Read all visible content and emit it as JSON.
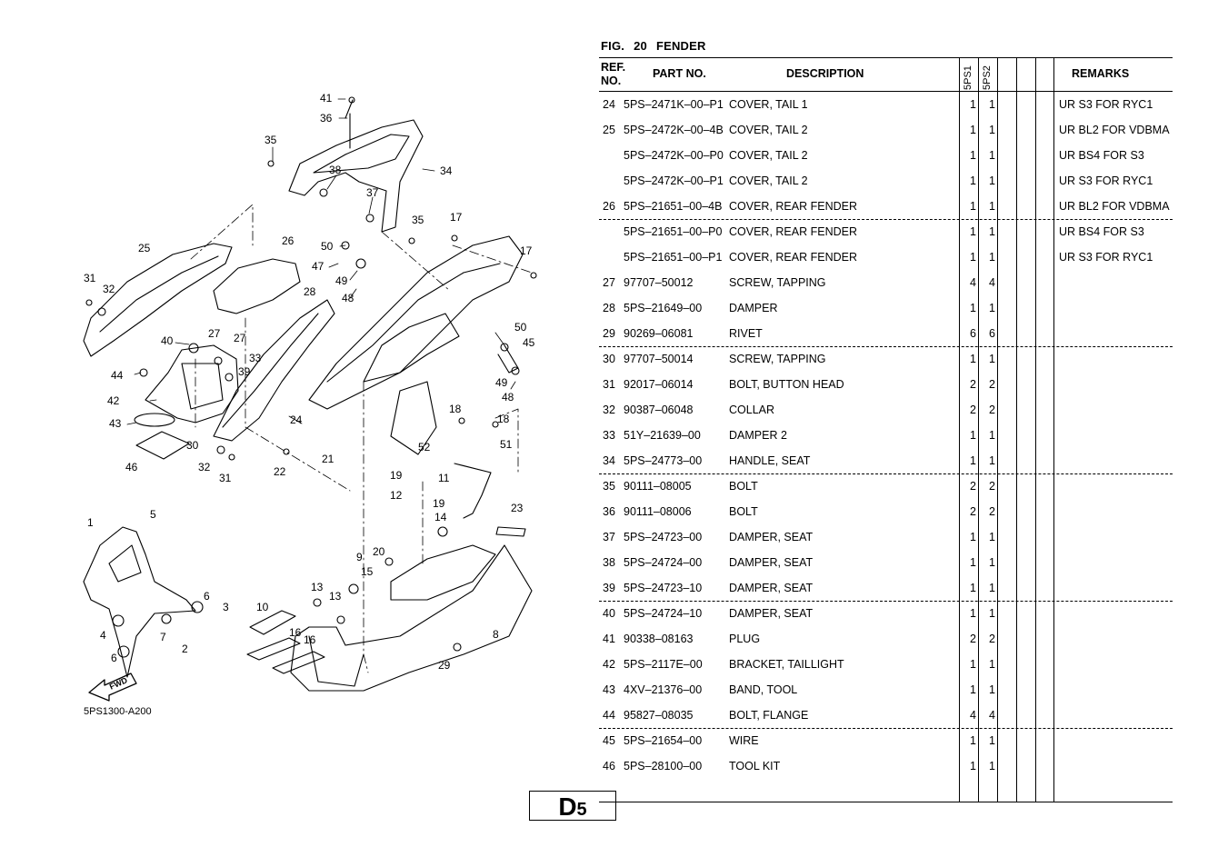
{
  "figure": {
    "label": "FIG.",
    "number": "20",
    "name": "FENDER",
    "illustration_code": "5PS1300-A200"
  },
  "table": {
    "headers": {
      "ref_no_line1": "REF.",
      "ref_no_line2": "NO.",
      "part_no": "PART NO.",
      "description": "DESCRIPTION",
      "model_1": "5PS1",
      "model_2": "5PS2",
      "remarks": "REMARKS"
    },
    "rows": [
      {
        "ref": "24",
        "part_no": "5PS–2471K–00–P1",
        "description": "COVER, TAIL 1",
        "q1": "1",
        "q2": "1",
        "remarks": "UR S3 FOR RYC1",
        "dashed": false
      },
      {
        "ref": "25",
        "part_no": "5PS–2472K–00–4B",
        "description": "COVER, TAIL 2",
        "q1": "1",
        "q2": "1",
        "remarks": "UR BL2 FOR VDBMA",
        "dashed": false
      },
      {
        "ref": "",
        "part_no": "5PS–2472K–00–P0",
        "description": "COVER, TAIL 2",
        "q1": "1",
        "q2": "1",
        "remarks": "UR BS4 FOR S3",
        "dashed": false
      },
      {
        "ref": "",
        "part_no": "5PS–2472K–00–P1",
        "description": "COVER, TAIL 2",
        "q1": "1",
        "q2": "1",
        "remarks": "UR S3 FOR RYC1",
        "dashed": false
      },
      {
        "ref": "26",
        "part_no": "5PS–21651–00–4B",
        "description": "COVER, REAR FENDER",
        "q1": "1",
        "q2": "1",
        "remarks": "UR BL2 FOR VDBMA",
        "dashed": false
      },
      {
        "ref": "",
        "part_no": "5PS–21651–00–P0",
        "description": "COVER, REAR FENDER",
        "q1": "1",
        "q2": "1",
        "remarks": "UR BS4 FOR S3",
        "dashed": true
      },
      {
        "ref": "",
        "part_no": "5PS–21651–00–P1",
        "description": "COVER, REAR FENDER",
        "q1": "1",
        "q2": "1",
        "remarks": "UR S3 FOR RYC1",
        "dashed": false
      },
      {
        "ref": "27",
        "part_no": "97707–50012",
        "description": "SCREW, TAPPING",
        "q1": "4",
        "q2": "4",
        "remarks": "",
        "dashed": false
      },
      {
        "ref": "28",
        "part_no": "5PS–21649–00",
        "description": "DAMPER",
        "q1": "1",
        "q2": "1",
        "remarks": "",
        "dashed": false
      },
      {
        "ref": "29",
        "part_no": "90269–06081",
        "description": "RIVET",
        "q1": "6",
        "q2": "6",
        "remarks": "",
        "dashed": false
      },
      {
        "ref": "30",
        "part_no": "97707–50014",
        "description": "SCREW, TAPPING",
        "q1": "1",
        "q2": "1",
        "remarks": "",
        "dashed": true
      },
      {
        "ref": "31",
        "part_no": "92017–06014",
        "description": "BOLT, BUTTON HEAD",
        "q1": "2",
        "q2": "2",
        "remarks": "",
        "dashed": false
      },
      {
        "ref": "32",
        "part_no": "90387–06048",
        "description": "COLLAR",
        "q1": "2",
        "q2": "2",
        "remarks": "",
        "dashed": false
      },
      {
        "ref": "33",
        "part_no": "51Y–21639–00",
        "description": "DAMPER 2",
        "q1": "1",
        "q2": "1",
        "remarks": "",
        "dashed": false
      },
      {
        "ref": "34",
        "part_no": "5PS–24773–00",
        "description": "HANDLE, SEAT",
        "q1": "1",
        "q2": "1",
        "remarks": "",
        "dashed": false
      },
      {
        "ref": "35",
        "part_no": "90111–08005",
        "description": "BOLT",
        "q1": "2",
        "q2": "2",
        "remarks": "",
        "dashed": true
      },
      {
        "ref": "36",
        "part_no": "90111–08006",
        "description": "BOLT",
        "q1": "2",
        "q2": "2",
        "remarks": "",
        "dashed": false
      },
      {
        "ref": "37",
        "part_no": "5PS–24723–00",
        "description": "DAMPER, SEAT",
        "q1": "1",
        "q2": "1",
        "remarks": "",
        "dashed": false
      },
      {
        "ref": "38",
        "part_no": "5PS–24724–00",
        "description": "DAMPER, SEAT",
        "q1": "1",
        "q2": "1",
        "remarks": "",
        "dashed": false
      },
      {
        "ref": "39",
        "part_no": "5PS–24723–10",
        "description": "DAMPER, SEAT",
        "q1": "1",
        "q2": "1",
        "remarks": "",
        "dashed": false
      },
      {
        "ref": "40",
        "part_no": "5PS–24724–10",
        "description": "DAMPER, SEAT",
        "q1": "1",
        "q2": "1",
        "remarks": "",
        "dashed": true
      },
      {
        "ref": "41",
        "part_no": "90338–08163",
        "description": "PLUG",
        "q1": "2",
        "q2": "2",
        "remarks": "",
        "dashed": false
      },
      {
        "ref": "42",
        "part_no": "5PS–2117E–00",
        "description": "BRACKET, TAILLIGHT",
        "q1": "1",
        "q2": "1",
        "remarks": "",
        "dashed": false
      },
      {
        "ref": "43",
        "part_no": "4XV–21376–00",
        "description": "BAND, TOOL",
        "q1": "1",
        "q2": "1",
        "remarks": "",
        "dashed": false
      },
      {
        "ref": "44",
        "part_no": "95827–08035",
        "description": "BOLT, FLANGE",
        "q1": "4",
        "q2": "4",
        "remarks": "",
        "dashed": false
      },
      {
        "ref": "45",
        "part_no": "5PS–21654–00",
        "description": "WIRE",
        "q1": "1",
        "q2": "1",
        "remarks": "",
        "dashed": true
      },
      {
        "ref": "46",
        "part_no": "5PS–28100–00",
        "description": "TOOL KIT",
        "q1": "1",
        "q2": "1",
        "remarks": "",
        "dashed": false
      }
    ]
  },
  "page": {
    "letter": "D",
    "number": "5"
  },
  "callouts": [
    "41",
    "36",
    "35",
    "38",
    "34",
    "37",
    "35",
    "17",
    "17",
    "25",
    "26",
    "50",
    "47",
    "49",
    "48",
    "28",
    "31",
    "32",
    "40",
    "27",
    "27",
    "39",
    "33",
    "44",
    "42",
    "43",
    "30",
    "32",
    "31",
    "46",
    "24",
    "21",
    "22",
    "50",
    "45",
    "49",
    "48",
    "18",
    "18",
    "52",
    "51",
    "19",
    "11",
    "12",
    "19",
    "14",
    "23",
    "1",
    "5",
    "6",
    "3",
    "4",
    "7",
    "2",
    "6",
    "10",
    "16",
    "16",
    "13",
    "13",
    "9",
    "15",
    "20",
    "8",
    "29"
  ],
  "fwd_label": "FWD"
}
